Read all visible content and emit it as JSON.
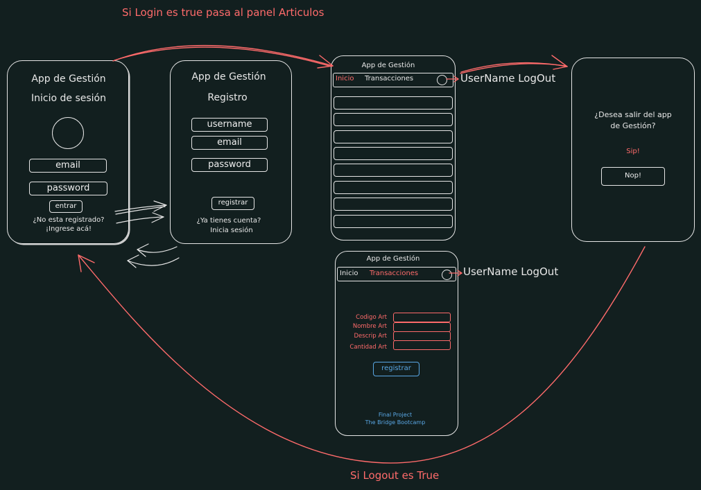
{
  "annotations": {
    "login_true": "Si Login es true pasa al panel Articulos",
    "logout_true": "Si Logout es True",
    "username_logout_1": "UserName LogOut",
    "username_logout_2": "UserName LogOut"
  },
  "login_screen": {
    "app_title": "App de Gestión",
    "subtitle": "Inicio de sesión",
    "email": "email",
    "password": "password",
    "enter_button": "entrar",
    "not_registered": "¿No esta registrado?",
    "register_here": "¡Ingrese acá!"
  },
  "register_screen": {
    "app_title": "App de Gestión",
    "subtitle": "Registro",
    "username": "username",
    "email": "email",
    "password": "password",
    "register_button": "registrar",
    "have_account": "¿Ya tienes cuenta?",
    "login_link": "Inicia sesión"
  },
  "articles_screen": {
    "app_title": "App de Gestión",
    "nav_inicio": "Inicio",
    "nav_transacciones": "Transacciones",
    "row_count": 8
  },
  "transactions_screen": {
    "app_title": "App de Gestión",
    "nav_inicio": "Inicio",
    "nav_transacciones": "Transacciones",
    "fields": [
      "Codigo Art",
      "Nombre Art",
      "Descrip Art",
      "Cantidad Art"
    ],
    "register_button": "registrar",
    "footer_line1": "Final Project",
    "footer_line2": "The Bridge Bootcamp"
  },
  "logout_screen": {
    "question_line1": "¿Desea salir del app",
    "question_line2": "de Gestión?",
    "yes": "Sip!",
    "no": "Nop!"
  },
  "colors": {
    "background": "#121f1f",
    "stroke": "#e6e6e6",
    "accent_red": "#ff6b6b",
    "accent_blue": "#5aa8e6"
  }
}
